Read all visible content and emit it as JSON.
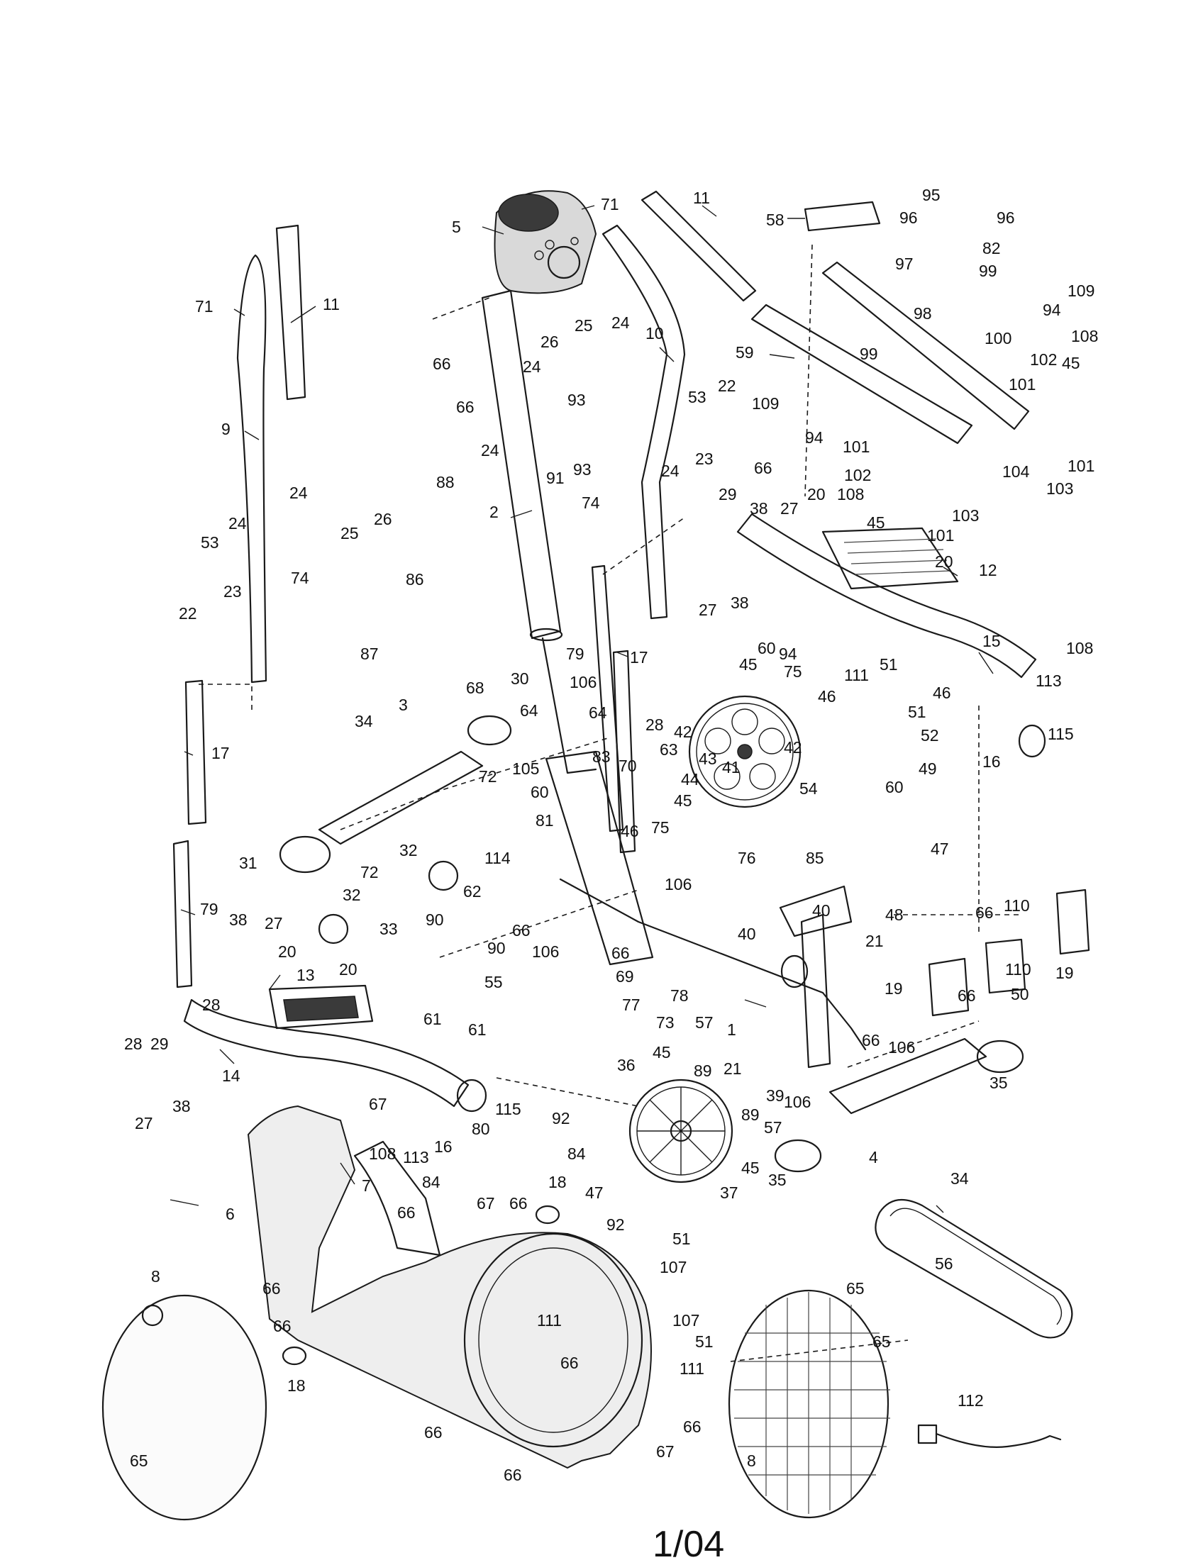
{
  "diagram": {
    "part_numbers": [
      "1",
      "2",
      "3",
      "4",
      "5",
      "6",
      "7",
      "8",
      "9",
      "10",
      "11",
      "12",
      "13",
      "14",
      "15",
      "16",
      "17",
      "18",
      "19",
      "20",
      "21",
      "22",
      "23",
      "24",
      "25",
      "26",
      "27",
      "28",
      "29",
      "30",
      "31",
      "32",
      "33",
      "34",
      "35",
      "36",
      "37",
      "38",
      "39",
      "40",
      "41",
      "42",
      "43",
      "44",
      "45",
      "46",
      "47",
      "48",
      "49",
      "50",
      "51",
      "52",
      "53",
      "54",
      "55",
      "56",
      "57",
      "58",
      "59",
      "60",
      "61",
      "62",
      "63",
      "64",
      "65",
      "66",
      "67",
      "68",
      "69",
      "70",
      "71",
      "72",
      "73",
      "74",
      "75",
      "76",
      "77",
      "78",
      "79",
      "80",
      "81",
      "82",
      "83",
      "84",
      "85",
      "86",
      "87",
      "88",
      "89",
      "90",
      "91",
      "92",
      "93",
      "94",
      "95",
      "96",
      "97",
      "98",
      "99",
      "100",
      "101",
      "102",
      "103",
      "104",
      "105",
      "106",
      "107",
      "108",
      "109",
      "110",
      "111",
      "112",
      "113",
      "114",
      "115"
    ]
  },
  "footer": {
    "page_code": "1/04"
  }
}
